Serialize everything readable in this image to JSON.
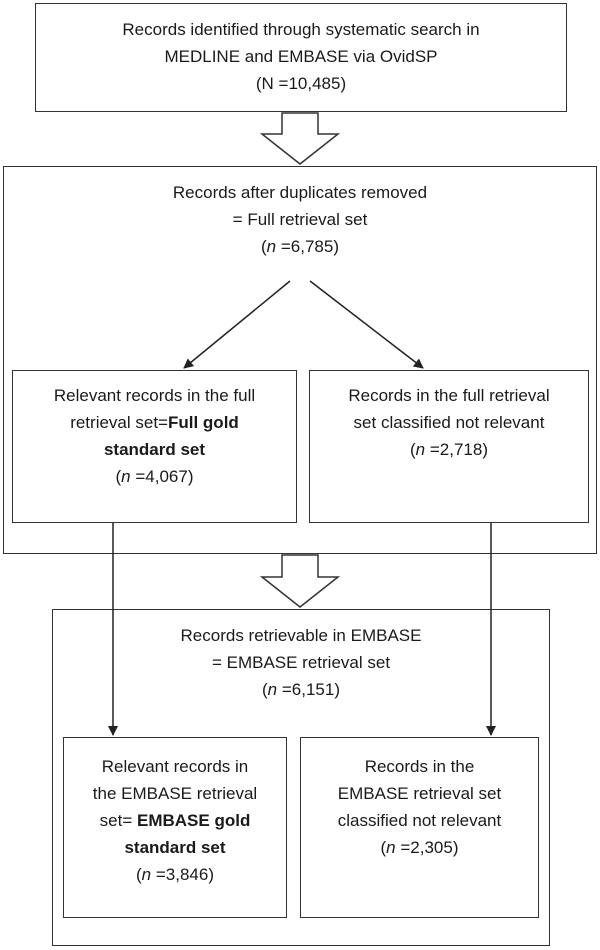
{
  "top": {
    "line1": "Records identified through systematic search in",
    "line2": "MEDLINE and EMBASE via OvidSP",
    "count": "(N =10,485)"
  },
  "full_retrieval": {
    "line1": "Records after duplicates removed",
    "line2": "= Full retrieval set",
    "n_label": "n",
    "n_value": " =6,785)"
  },
  "full_relevant": {
    "line1": "Relevant records in the full",
    "line2_plain": "retrieval set=",
    "line2_bold": "Full gold",
    "line3_bold": "standard set",
    "n_label": "n",
    "n_value": " =4,067)"
  },
  "full_not_relevant": {
    "line1": "Records in the full retrieval",
    "line2": "set classified not relevant",
    "n_label": "n",
    "n_value": " =2,718)"
  },
  "embase_retrieval": {
    "line1": "Records retrievable in EMBASE",
    "line2": "= EMBASE retrieval set",
    "n_label": "n",
    "n_value": " =6,151)"
  },
  "embase_relevant": {
    "line1": "Relevant records in",
    "line2": "the EMBASE retrieval",
    "line3_plain": "set= ",
    "line3_bold": "EMBASE gold",
    "line4_bold": "standard set",
    "n_label": "n",
    "n_value": " =3,846)"
  },
  "embase_not_relevant": {
    "line1": "Records in the",
    "line2": "EMBASE retrieval set",
    "line3": "classified not relevant",
    "n_label": "n",
    "n_value": " =2,305)"
  }
}
